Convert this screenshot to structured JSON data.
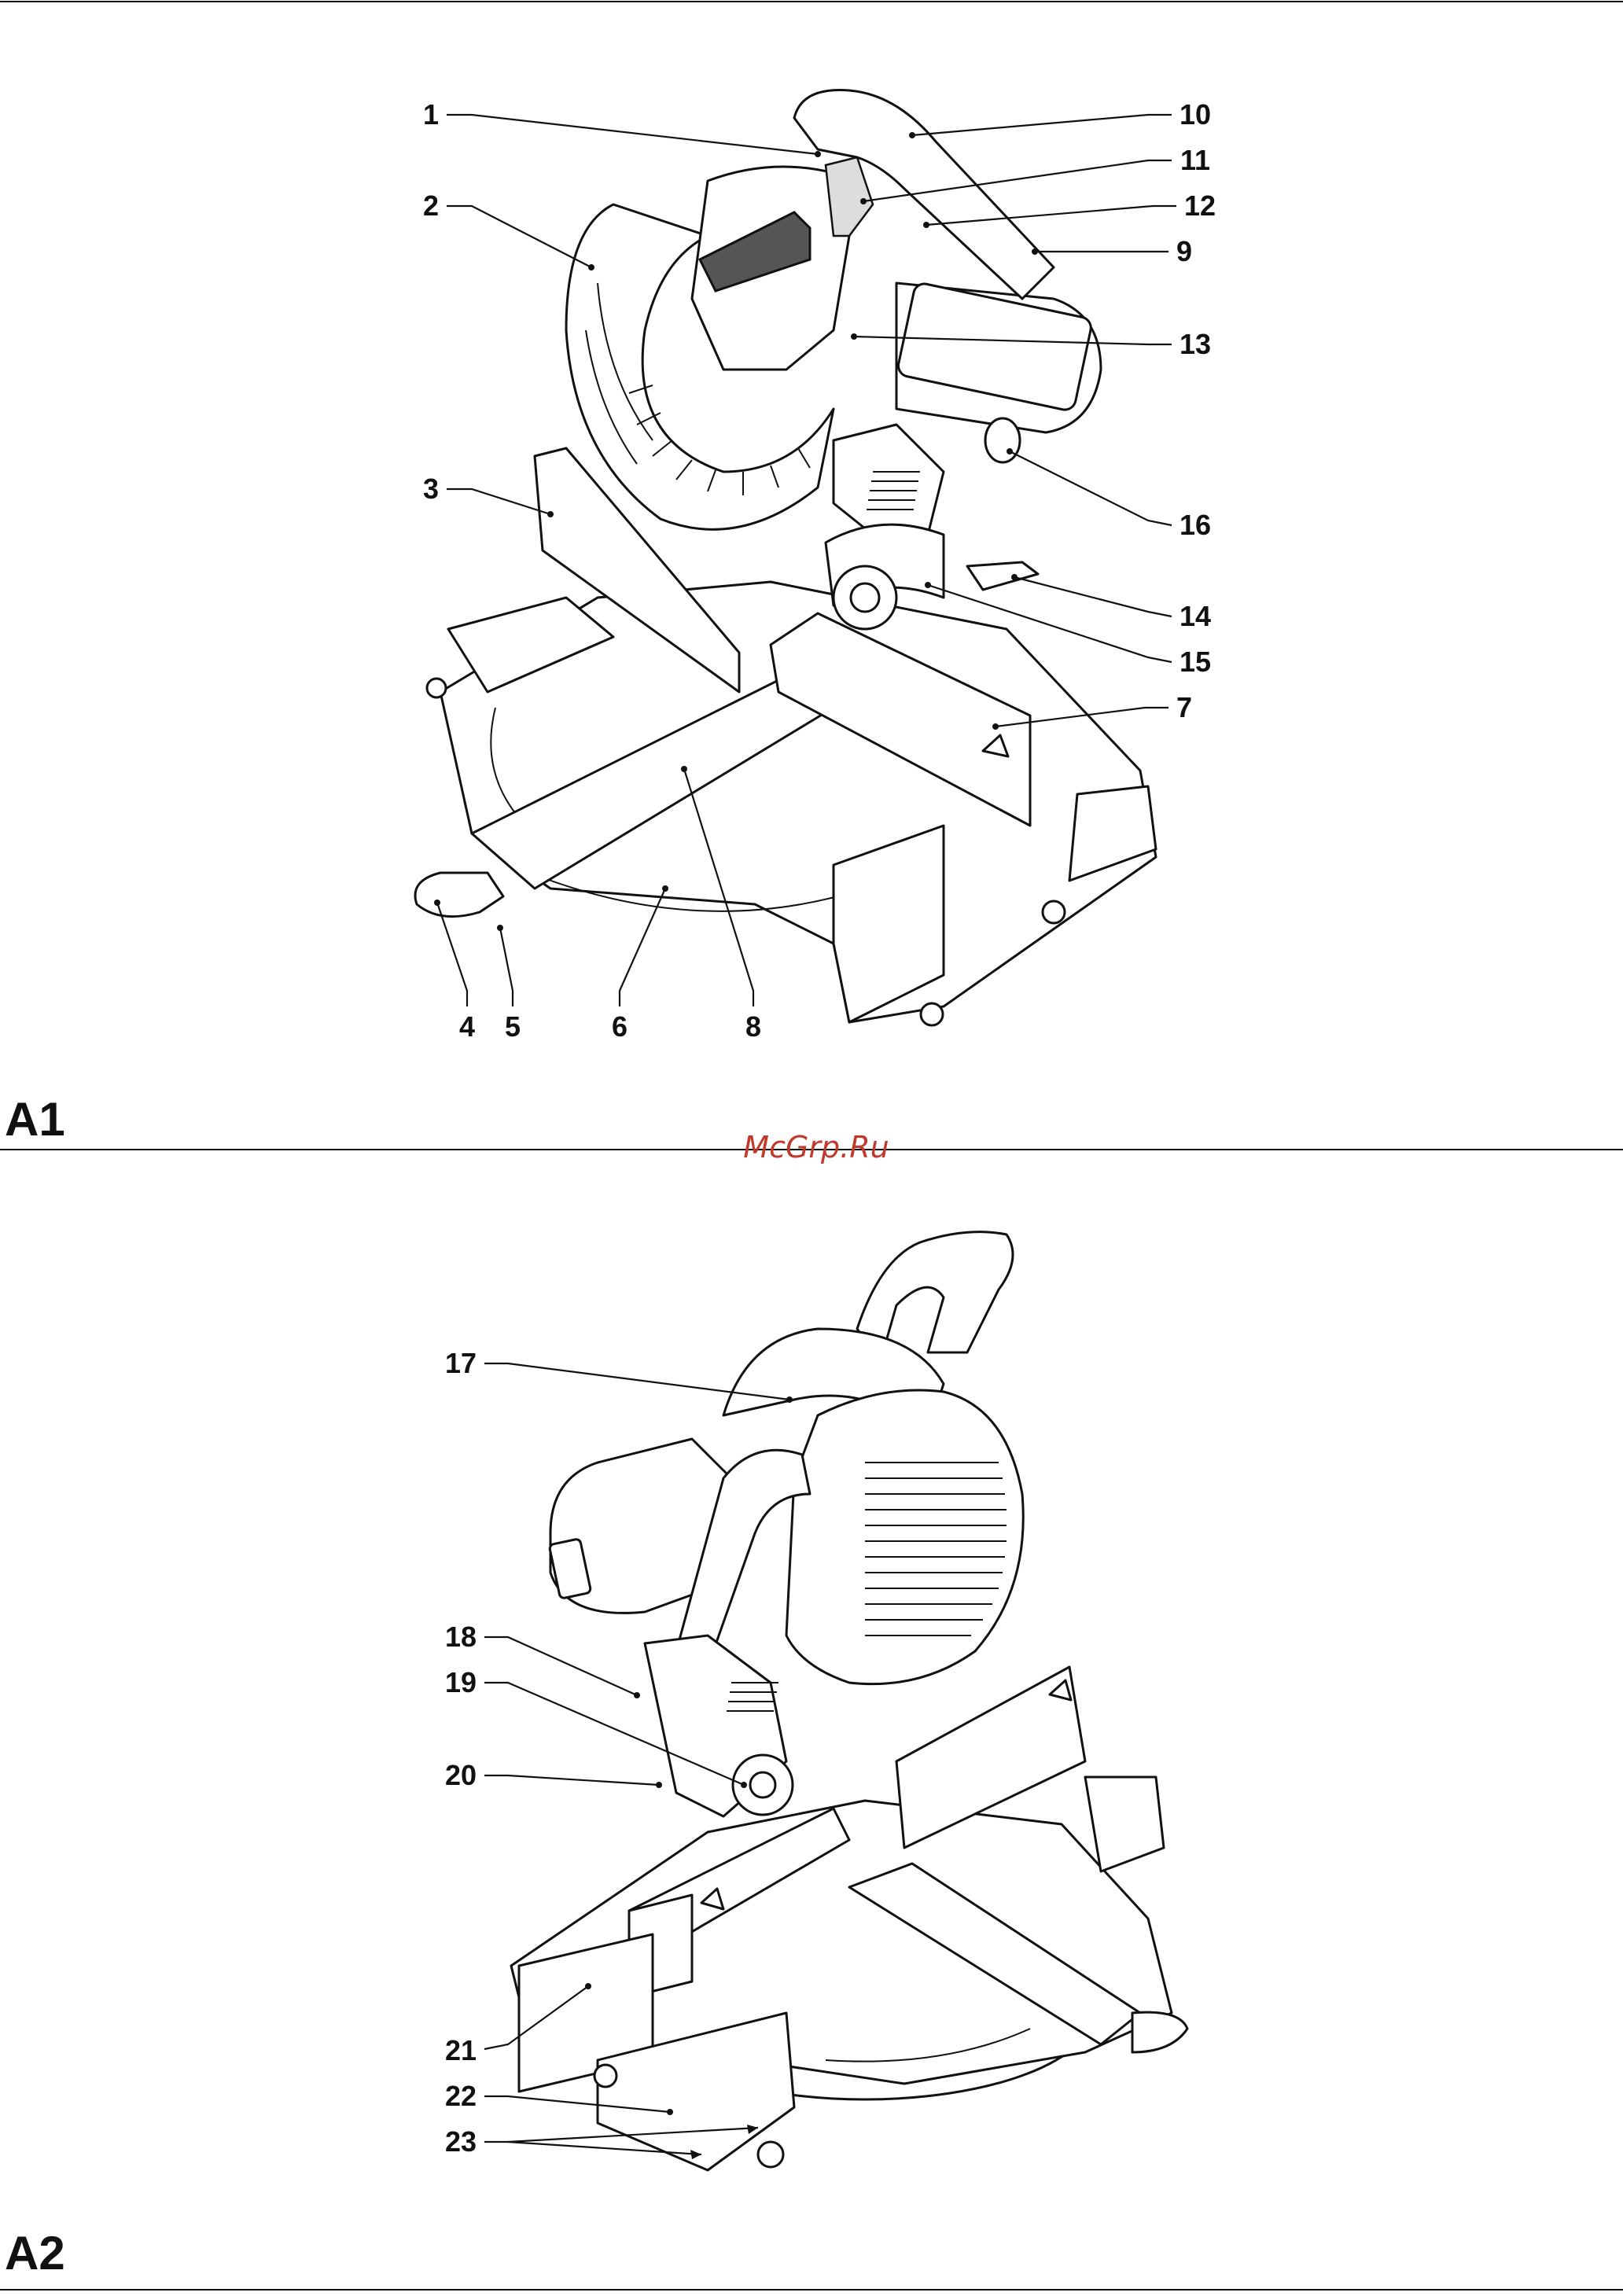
{
  "watermark": "McGrp.Ru",
  "figures": [
    {
      "label": "A1",
      "callouts": [
        "1",
        "2",
        "3",
        "4",
        "5",
        "6",
        "7",
        "8",
        "9",
        "10",
        "11",
        "12",
        "13",
        "14",
        "15",
        "16"
      ]
    },
    {
      "label": "A2",
      "callouts": [
        "17",
        "18",
        "19",
        "20",
        "21",
        "22",
        "23"
      ]
    }
  ]
}
